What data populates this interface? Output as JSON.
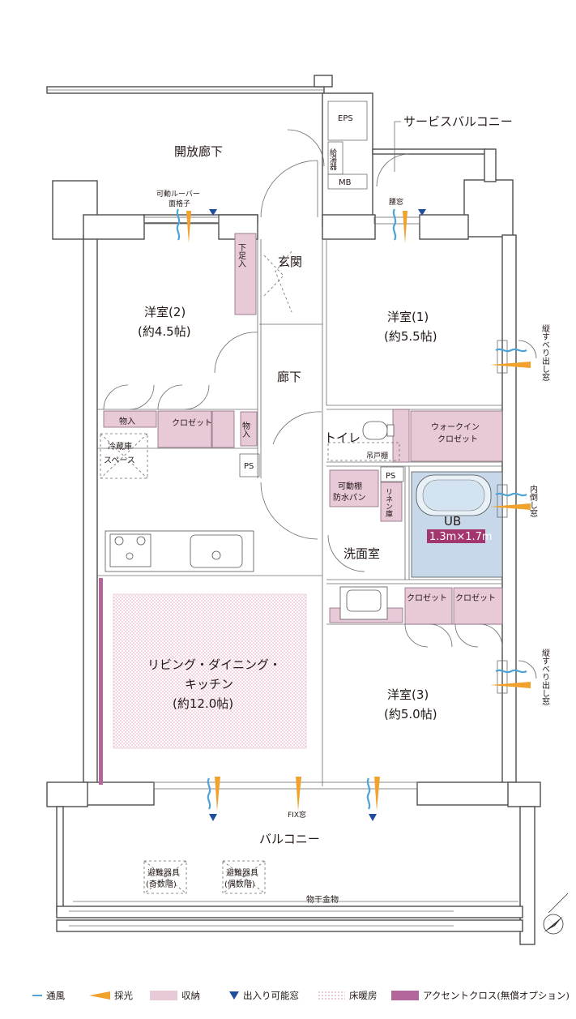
{
  "colors": {
    "storage": "#e8c9d8",
    "accent_cloth": "#b3669b",
    "ub_fill": "#c7d8ea",
    "ub_label": "#a3366e",
    "airflow": "#4fa3d6",
    "light": "#f0a22d",
    "entry": "#1f4e9c",
    "floor_heat": "#e7b7cd"
  },
  "rooms": {
    "open_corridor": "開放廊下",
    "service_balcony": "サービスバルコニー",
    "eps": "EPS",
    "water_heater": "給湯器",
    "mb": "MB",
    "louver": "可動ルーバー\n面格子",
    "waist_window": "腰窓",
    "shoe_box": "下足入",
    "entrance": "玄関",
    "western2_name": "洋室(2)",
    "western2_size": "(約4.5帖)",
    "western1_name": "洋室(1)",
    "western1_size": "(約5.5帖)",
    "hallway": "廊下",
    "toilet": "トイレ",
    "hanging_shelf": "吊戸棚",
    "walkin_1": "ウォークイン",
    "walkin_2": "クロゼット",
    "storage_a": "物入",
    "closet_a": "クロゼット",
    "storage_b": "物入",
    "fridge": "冷蔵庫\nスペース",
    "ps1": "PS",
    "ps2": "PS",
    "movable_shelf": "可動棚",
    "waterproof_pan": "防水パン",
    "linen": "リネン庫",
    "ub_name": "UB",
    "ub_size": "1.3m×1.7m",
    "washroom": "洗面室",
    "closet_b": "クロゼット",
    "closet_c": "クロゼット",
    "ldk_line1": "リビング・ダイニング・",
    "ldk_line2": "キッチン",
    "ldk_size": "(約12.0帖)",
    "western3_name": "洋室(3)",
    "western3_size": "(約5.0帖)",
    "fix_window": "FIX窓",
    "balcony": "バルコニー",
    "evac_odd_1": "避難器具",
    "evac_odd_2": "(奇数階)",
    "evac_even_1": "避難器具",
    "evac_even_2": "(偶数階)",
    "clothes_hanger": "物干金物",
    "slide_window_1": "縦すべり出し窓",
    "inward_window": "内倒し窓",
    "slide_window_2": "縦すべり出し窓"
  },
  "legend": [
    {
      "icon": "airflow",
      "label": "通風"
    },
    {
      "icon": "light",
      "label": "採光"
    },
    {
      "icon": "storage",
      "label": "収納"
    },
    {
      "icon": "entry",
      "label": "出入り可能窓"
    },
    {
      "icon": "floor_heat",
      "label": "床暖房"
    },
    {
      "icon": "accent_cloth",
      "label": "アクセントクロス(無償オプション)"
    }
  ]
}
